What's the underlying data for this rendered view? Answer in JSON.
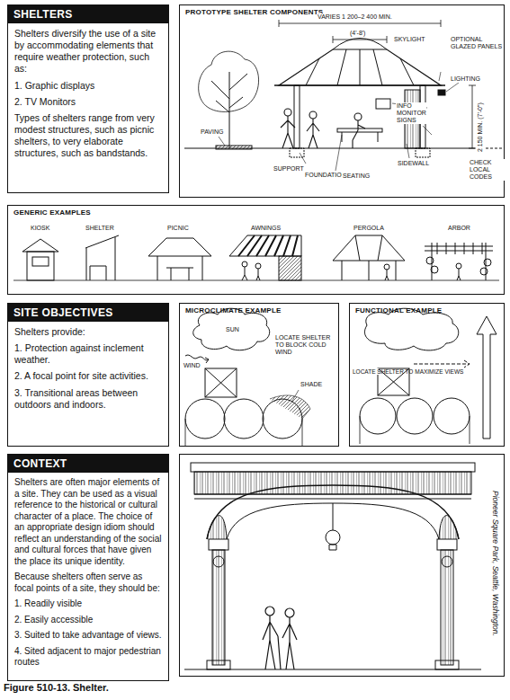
{
  "diagram": {
    "caption": "Figure 510-13. Shelter.",
    "nodes": [
      {
        "text": [
          "SHELTERS",
          "Shelters diversify the use of a site by accommodating elements that require weather protection, such as:",
          "1. Graphic displays",
          "2. TV Monitors",
          "Types of shelters range from very modest structures, such as picnic shelters, to very elaborate structures, such as bandstands."
        ]
      },
      {
        "text": [
          "PROTOTYPE SHELTER COMPONENTS"
        ]
      },
      {
        "text": [
          "GENERIC EXAMPLES"
        ]
      },
      {
        "text": [
          "SITE OBJECTIVES",
          "Shelters provide:",
          "1. Protection against inclement weather.",
          "2. A focal point for site activities.",
          "3. Transitional areas between outdoors and indoors."
        ]
      },
      {
        "text": [
          "MICROCLIMATE EXAMPLE"
        ]
      },
      {
        "text": [
          "FUNCTIONAL EXAMPLE"
        ]
      },
      {
        "text": [
          "CONTEXT",
          "Shelters are often major elements of a site. They can be used as a visual reference to the historical or cultural character of a place. The choice of an appropriate design idiom should reflect an understanding of the social and cultural forces that have given the place its unique identity.",
          "Because shelters often serve as focal points of a site, they should be:",
          "1. Readily visible",
          "2. Easily accessible",
          "3. Suited to take advantage of views.",
          "4. Sited adjacent to major pedestrian routes"
        ]
      },
      {
        "text": [
          "Pioneer Square Park, Seattle, Washington."
        ]
      }
    ],
    "labels": [
      "VARIES 1 200–2 400 MIN.",
      "(4'-8')",
      "SKYLIGHT",
      "OPTIONAL GLAZED PANELS",
      "LIGHTING",
      "INFO MONITOR SIGNS",
      "2 150 MIN. (7'-0\")",
      "PAVING",
      "SUPPORT",
      "SIDEWALL",
      "FOUNDATION",
      "SEATING",
      "CHECK LOCAL CODES",
      "KIOSK",
      "SHELTER",
      "PICNIC",
      "AWNINGS",
      "PERGOLA",
      "ARBOR",
      "SUN",
      "WIND",
      "LOCATE SHELTER TO BLOCK COLD WIND",
      "SHADE",
      "LOCATE SHELTER TO MAXIMIZE VIEWS"
    ]
  }
}
